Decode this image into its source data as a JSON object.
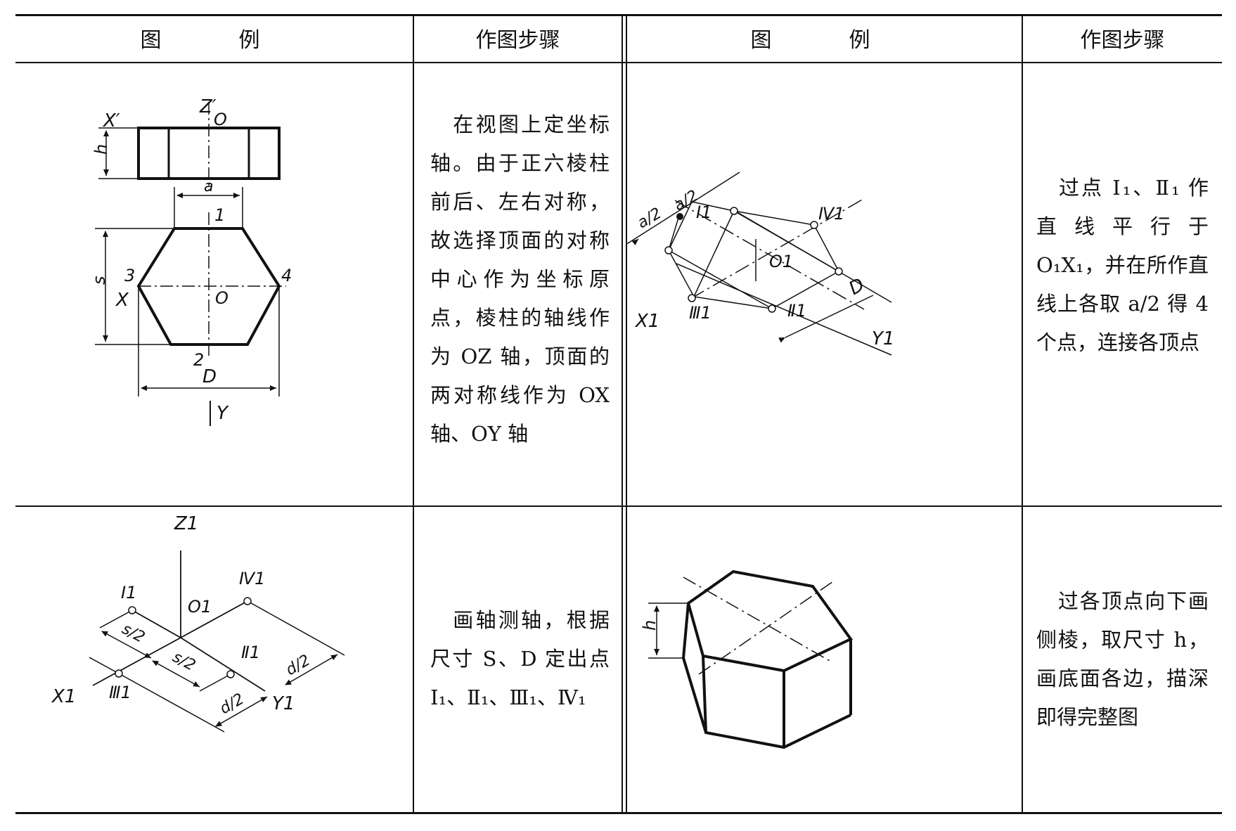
{
  "headers": {
    "figure_left": "图　例",
    "steps_left": "作图步骤",
    "figure_right": "图　例",
    "steps_right": "作图步骤"
  },
  "steps": {
    "step1": "　在视图上定坐标轴。由于正六棱柱前后、左右对称，故选择顶面的对称中心作为坐标原点，棱柱的轴线作为 OZ 轴，顶面的两对称线作为 OX 轴、OY 轴",
    "step2": "　过点 Ⅰ₁、Ⅱ₁ 作直线平行于 O₁X₁，并在所作直线上各取 a/2 得 4 个点，连接各顶点",
    "step3": "　画轴测轴，根据尺寸 S、D 定出点 Ⅰ₁、Ⅱ₁、Ⅲ₁、Ⅳ₁",
    "step4": "　过各顶点向下画侧棱，取尺寸 h，画底面各边，描深即得完整图"
  },
  "fig1": {
    "x_prime": "X′",
    "z_prime": "Z′",
    "o_prime": "O",
    "h": "h",
    "a": "a",
    "p1": "1",
    "p2": "2",
    "p3": "3",
    "p4": "4",
    "s": "s",
    "x": "X",
    "o": "O",
    "d": "D",
    "y": "Y"
  },
  "fig2": {
    "a2_left": "a/2",
    "a2_right": "a/2",
    "i1": "Ⅰ1",
    "iv1": "Ⅳ1",
    "o1": "O1",
    "x1": "X1",
    "iii1": "Ⅲ1",
    "ii1": "Ⅱ1",
    "d": "D",
    "y1": "Y1"
  },
  "fig3": {
    "z1": "Z1",
    "i1": "Ⅰ1",
    "o1": "O1",
    "iv1": "Ⅳ1",
    "s2a": "s/2",
    "s2b": "s/2",
    "ii1": "Ⅱ1",
    "d2a": "d/2",
    "d2b": "d/2",
    "x1": "X1",
    "iii1": "Ⅲ1",
    "y1": "Y1"
  },
  "fig4": {
    "h": "h"
  }
}
